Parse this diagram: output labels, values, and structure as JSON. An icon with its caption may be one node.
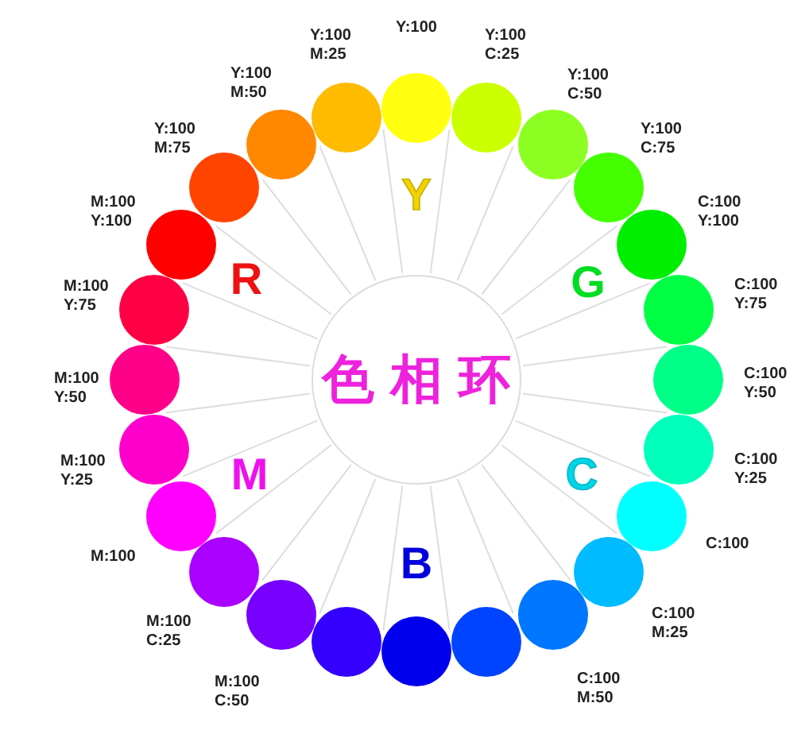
{
  "diagram": {
    "nodes": [
      {
        "text": [
          "色相环"
        ]
      },
      {
        "text": [],
        "shape": "circle",
        "beside": [
          "Y:100"
        ]
      },
      {
        "text": [],
        "shape": "circle",
        "beside": [
          "Y:100 C:25"
        ]
      },
      {
        "text": [],
        "shape": "circle",
        "beside": [
          "Y:100 C:50"
        ]
      },
      {
        "text": [],
        "shape": "circle",
        "beside": [
          "Y:100 C:75"
        ]
      },
      {
        "text": [],
        "shape": "circle",
        "beside": [
          "C:100 Y:100"
        ]
      },
      {
        "text": [],
        "shape": "circle",
        "beside": [
          "C:100 Y:75"
        ]
      },
      {
        "text": [],
        "shape": "circle",
        "beside": [
          "C:100 Y:50"
        ]
      },
      {
        "text": [],
        "shape": "circle",
        "beside": [
          "C:100 Y:25"
        ]
      },
      {
        "text": [],
        "shape": "circle",
        "beside": [
          "C:100"
        ]
      },
      {
        "text": [],
        "shape": "circle",
        "beside": [
          "C:100 M:25"
        ]
      },
      {
        "text": [],
        "shape": "circle",
        "beside": [
          "C:100 M:50"
        ]
      },
      {
        "text": [],
        "shape": "circle"
      },
      {
        "text": [],
        "shape": "circle"
      },
      {
        "text": [],
        "shape": "circle"
      },
      {
        "text": [],
        "shape": "circle",
        "beside": [
          "M:100 C:50"
        ]
      },
      {
        "text": [],
        "shape": "circle",
        "beside": [
          "M:100 C:25"
        ]
      },
      {
        "text": [],
        "shape": "circle",
        "beside": [
          "M:100"
        ]
      },
      {
        "text": [],
        "shape": "circle",
        "beside": [
          "M:100 Y:25"
        ]
      },
      {
        "text": [],
        "shape": "circle",
        "beside": [
          "M:100 Y:50"
        ]
      },
      {
        "text": [],
        "shape": "circle",
        "beside": [
          "M:100 Y:75"
        ]
      },
      {
        "text": [],
        "shape": "circle",
        "beside": [
          "M:100 Y:100"
        ]
      },
      {
        "text": [],
        "shape": "circle",
        "beside": [
          "Y:100 M:75"
        ]
      },
      {
        "text": [],
        "shape": "circle",
        "beside": [
          "Y:100 M:50"
        ]
      },
      {
        "text": [],
        "shape": "circle",
        "beside": [
          "Y:100 M:25"
        ]
      }
    ],
    "labels": [
      "Y",
      "R",
      "G",
      "M",
      "C",
      "B"
    ]
  }
}
